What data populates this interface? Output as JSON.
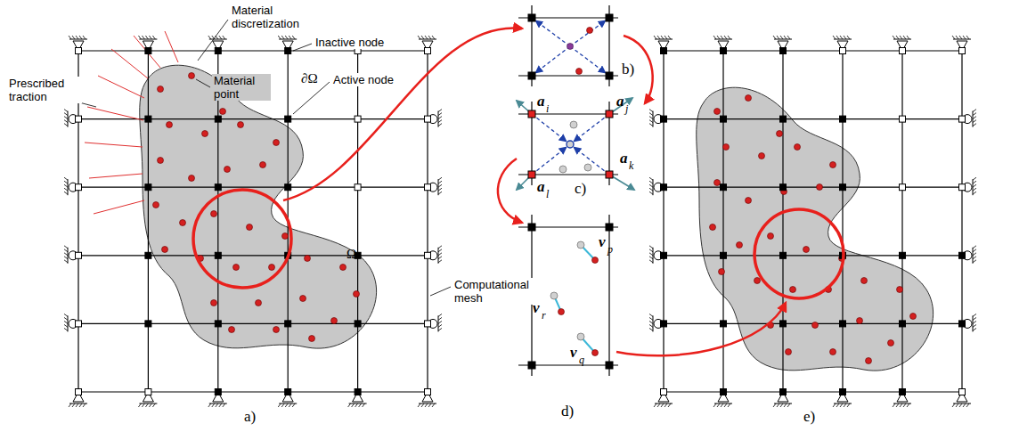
{
  "diagram": {
    "labels": [
      "Material discretization",
      "Material point",
      "Inactive node",
      "∂Ω",
      "Active node",
      "Prescribed traction",
      "Ω",
      "Computational mesh",
      "a)",
      "b)",
      "a",
      "i",
      "a",
      "j",
      "a",
      "l",
      "a",
      "k",
      "c)",
      "v",
      "p",
      "v",
      "r",
      "v",
      "q",
      "d)",
      "e)"
    ]
  }
}
